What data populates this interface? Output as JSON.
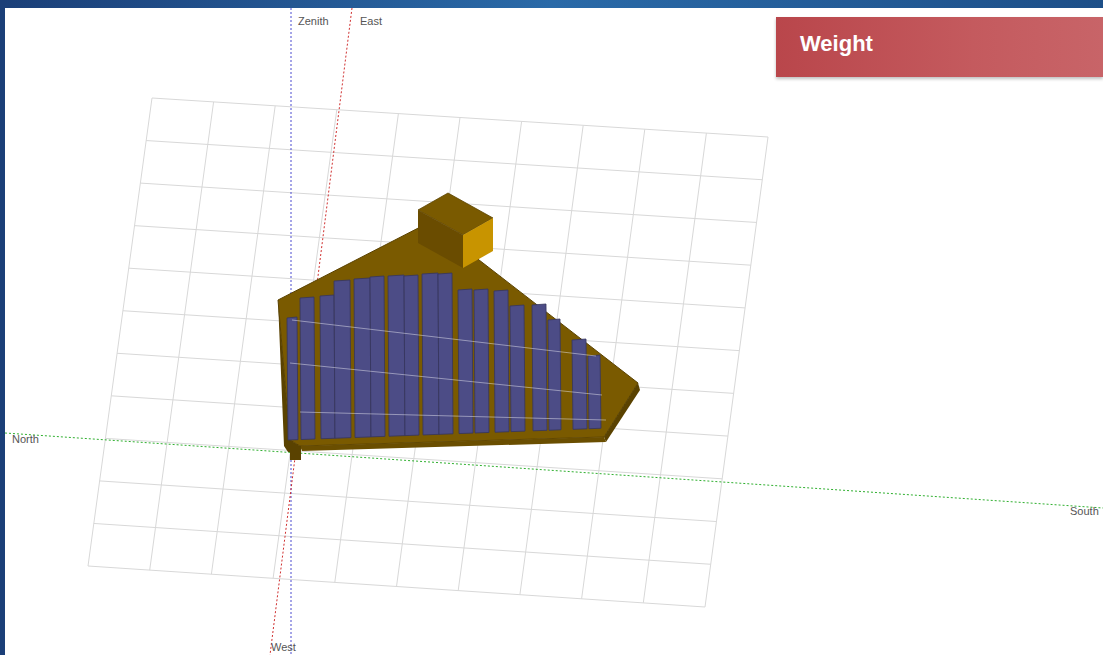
{
  "diagram": {
    "nodes": [
      {
        "text": [
          "Weight"
        ]
      }
    ],
    "labels": [
      "Zenith",
      "East",
      "North",
      "South",
      "West"
    ]
  }
}
